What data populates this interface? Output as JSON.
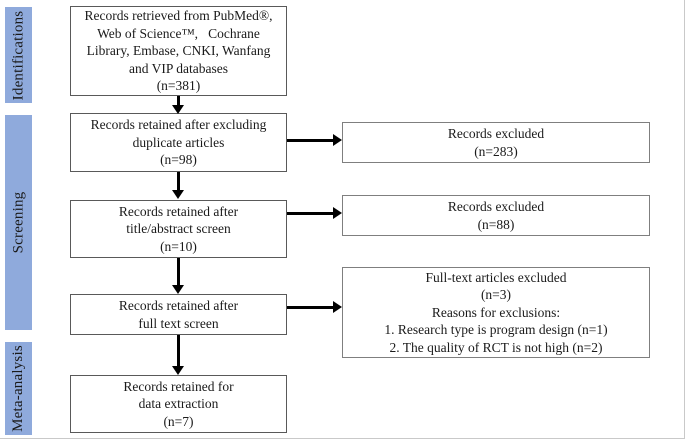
{
  "diagram": {
    "title": "PRISMA-style study selection flow diagram",
    "stages": [
      {
        "label": "Identifications"
      },
      {
        "label": "Screening"
      },
      {
        "label": "Meta-analysis"
      }
    ],
    "boxes": {
      "retrieved": "Records retrieved from PubMed®,\nWeb of Science™,   Cochrane\nLibrary, Embase, CNKI, Wanfang\nand VIP databases\n(n=381)",
      "deduplicated": "Records retained after excluding\nduplicate articles\n(n=98)",
      "excluded_duplicates": "Records excluded\n(n=283)",
      "title_abstract": "Records retained after\ntitle/abstract screen\n(n=10)",
      "excluded_title_abstract": "Records excluded\n(n=88)",
      "full_text": "Records retained after\nfull text screen",
      "excluded_full_text": "Full-text articles excluded\n(n=3)\nReasons for exclusions:\n1. Research type is program design (n=1)\n2. The quality of RCT is not high (n=2)",
      "data_extraction": "Records retained for\ndata extraction\n(n=7)"
    },
    "counts": {
      "retrieved": 381,
      "after_deduplication": 98,
      "excluded_duplicates": 283,
      "after_title_abstract": 10,
      "excluded_title_abstract": 88,
      "excluded_full_text": 3,
      "excluded_reason_program_design": 1,
      "excluded_reason_rct_quality": 2,
      "included_meta_analysis": 7
    },
    "colors": {
      "stage_fill": "#8FAADC",
      "main_box_border": "#595959",
      "side_box_border": "#7f7f7f",
      "arrow": "#000000",
      "background": "#ffffff"
    }
  }
}
